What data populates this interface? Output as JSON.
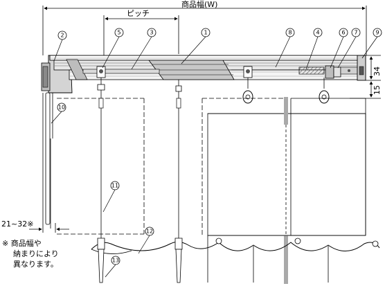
{
  "dimensions": {
    "product_width": "商品幅(W)",
    "pitch": "ピッチ",
    "height_top": "34",
    "height_gap": "15",
    "cord_offset": "21~32※"
  },
  "callouts": [
    "1",
    "2",
    "3",
    "4",
    "5",
    "6",
    "7",
    "8",
    "9",
    "10",
    "11",
    "12",
    "13"
  ],
  "note": {
    "mark": "※",
    "line1": "商品幅や",
    "line2": "納まりにより",
    "line3": "異なります。"
  }
}
